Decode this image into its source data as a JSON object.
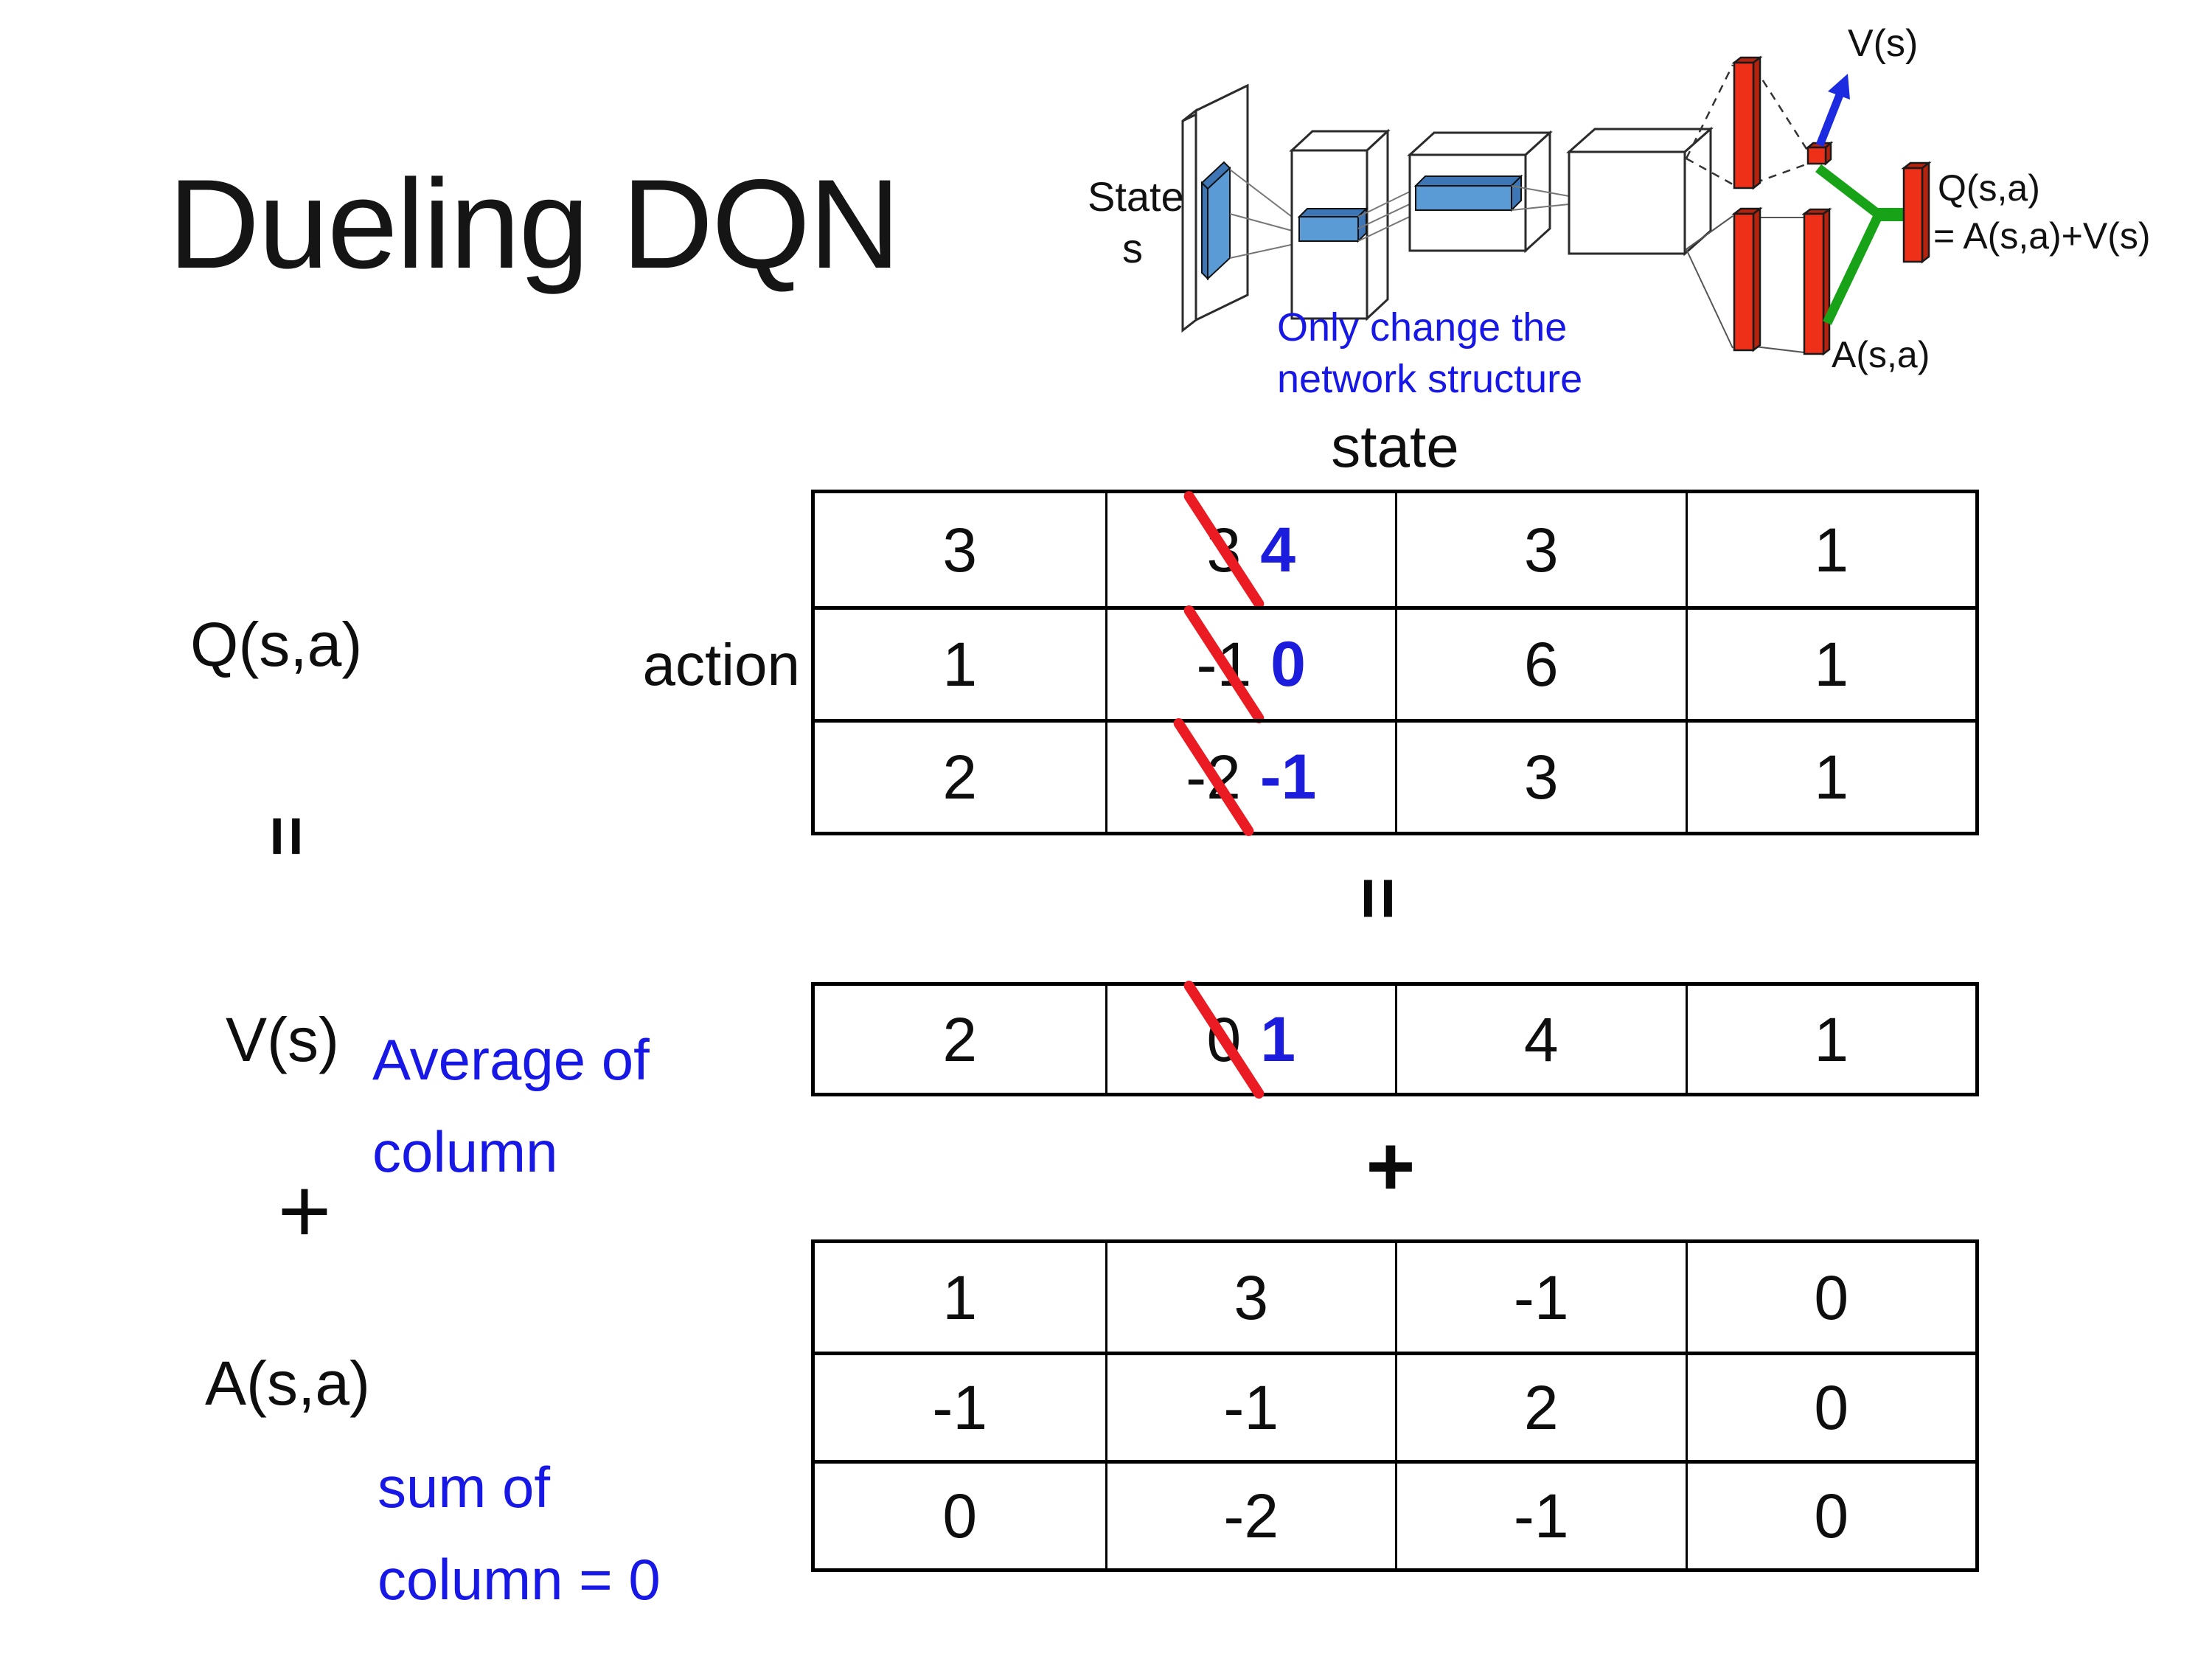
{
  "title": "Dueling DQN",
  "diagram": {
    "state_line1": "State",
    "state_line2": "s",
    "note_line1": "Only change the",
    "note_line2": "network structure",
    "v_out_label": "V(s)",
    "a_out_label": "A(s,a)",
    "q_out_line1": "Q(s,a)",
    "q_out_line2": "= A(s,a)+V(s)"
  },
  "labels": {
    "q": "Q(s,a)",
    "v": "V(s)",
    "a": "A(s,a)",
    "equals": "=",
    "plus": "+",
    "state_header": "state",
    "action_header": "action",
    "avg_line1": "Average of",
    "avg_line2": "column",
    "sum_line1": "sum of",
    "sum_line2": "column = 0"
  },
  "q_table": {
    "rows": [
      {
        "c0": "3",
        "old": "3",
        "new": "4",
        "c2": "3",
        "c3": "1"
      },
      {
        "c0": "1",
        "old": "-1",
        "new": "0",
        "c2": "6",
        "c3": "1"
      },
      {
        "c0": "2",
        "old": "-2",
        "new": "-1",
        "c2": "3",
        "c3": "1"
      }
    ]
  },
  "v_row": {
    "c0": "2",
    "old": "0",
    "new": "1",
    "c2": "4",
    "c3": "1"
  },
  "a_table": {
    "rows": [
      {
        "c0": "1",
        "c1": "3",
        "c2": "-1",
        "c3": "0"
      },
      {
        "c0": "-1",
        "c1": "-1",
        "c2": "2",
        "c3": "0"
      },
      {
        "c0": "0",
        "c1": "-2",
        "c2": "-1",
        "c3": "0"
      }
    ]
  },
  "colors": {
    "blue_text": "#1717e6",
    "blue_number": "#1c1cdd",
    "strike_red": "#ea1b22",
    "bar_red": "#ee3018",
    "bar_red_dark": "#b5220e",
    "green": "#17a217",
    "arrow_blue": "#1c2be0",
    "conv_blue": "#5b9bd5",
    "conv_blue_dark": "#3e76b5"
  }
}
